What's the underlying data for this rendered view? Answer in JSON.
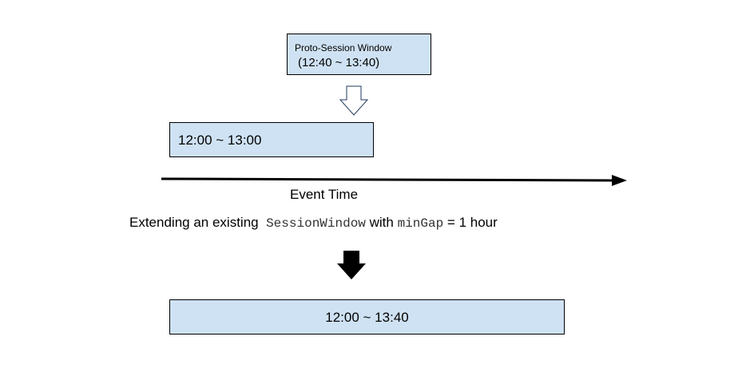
{
  "proto_window": {
    "title": "Proto-Session Window",
    "range": "(12:40 ~ 13:40)"
  },
  "existing_window": {
    "range": "12:00 ~ 13:00"
  },
  "axis": {
    "label": "Event Time"
  },
  "caption": {
    "prefix": "Extending an existing ",
    "code1": "SessionWindow",
    "middle": " with ",
    "code2": "minGap",
    "suffix": " = 1 hour"
  },
  "result_window": {
    "range": "12:00 ~ 13:40"
  },
  "colors": {
    "box_fill": "#cfe2f3",
    "stroke": "#000000"
  }
}
